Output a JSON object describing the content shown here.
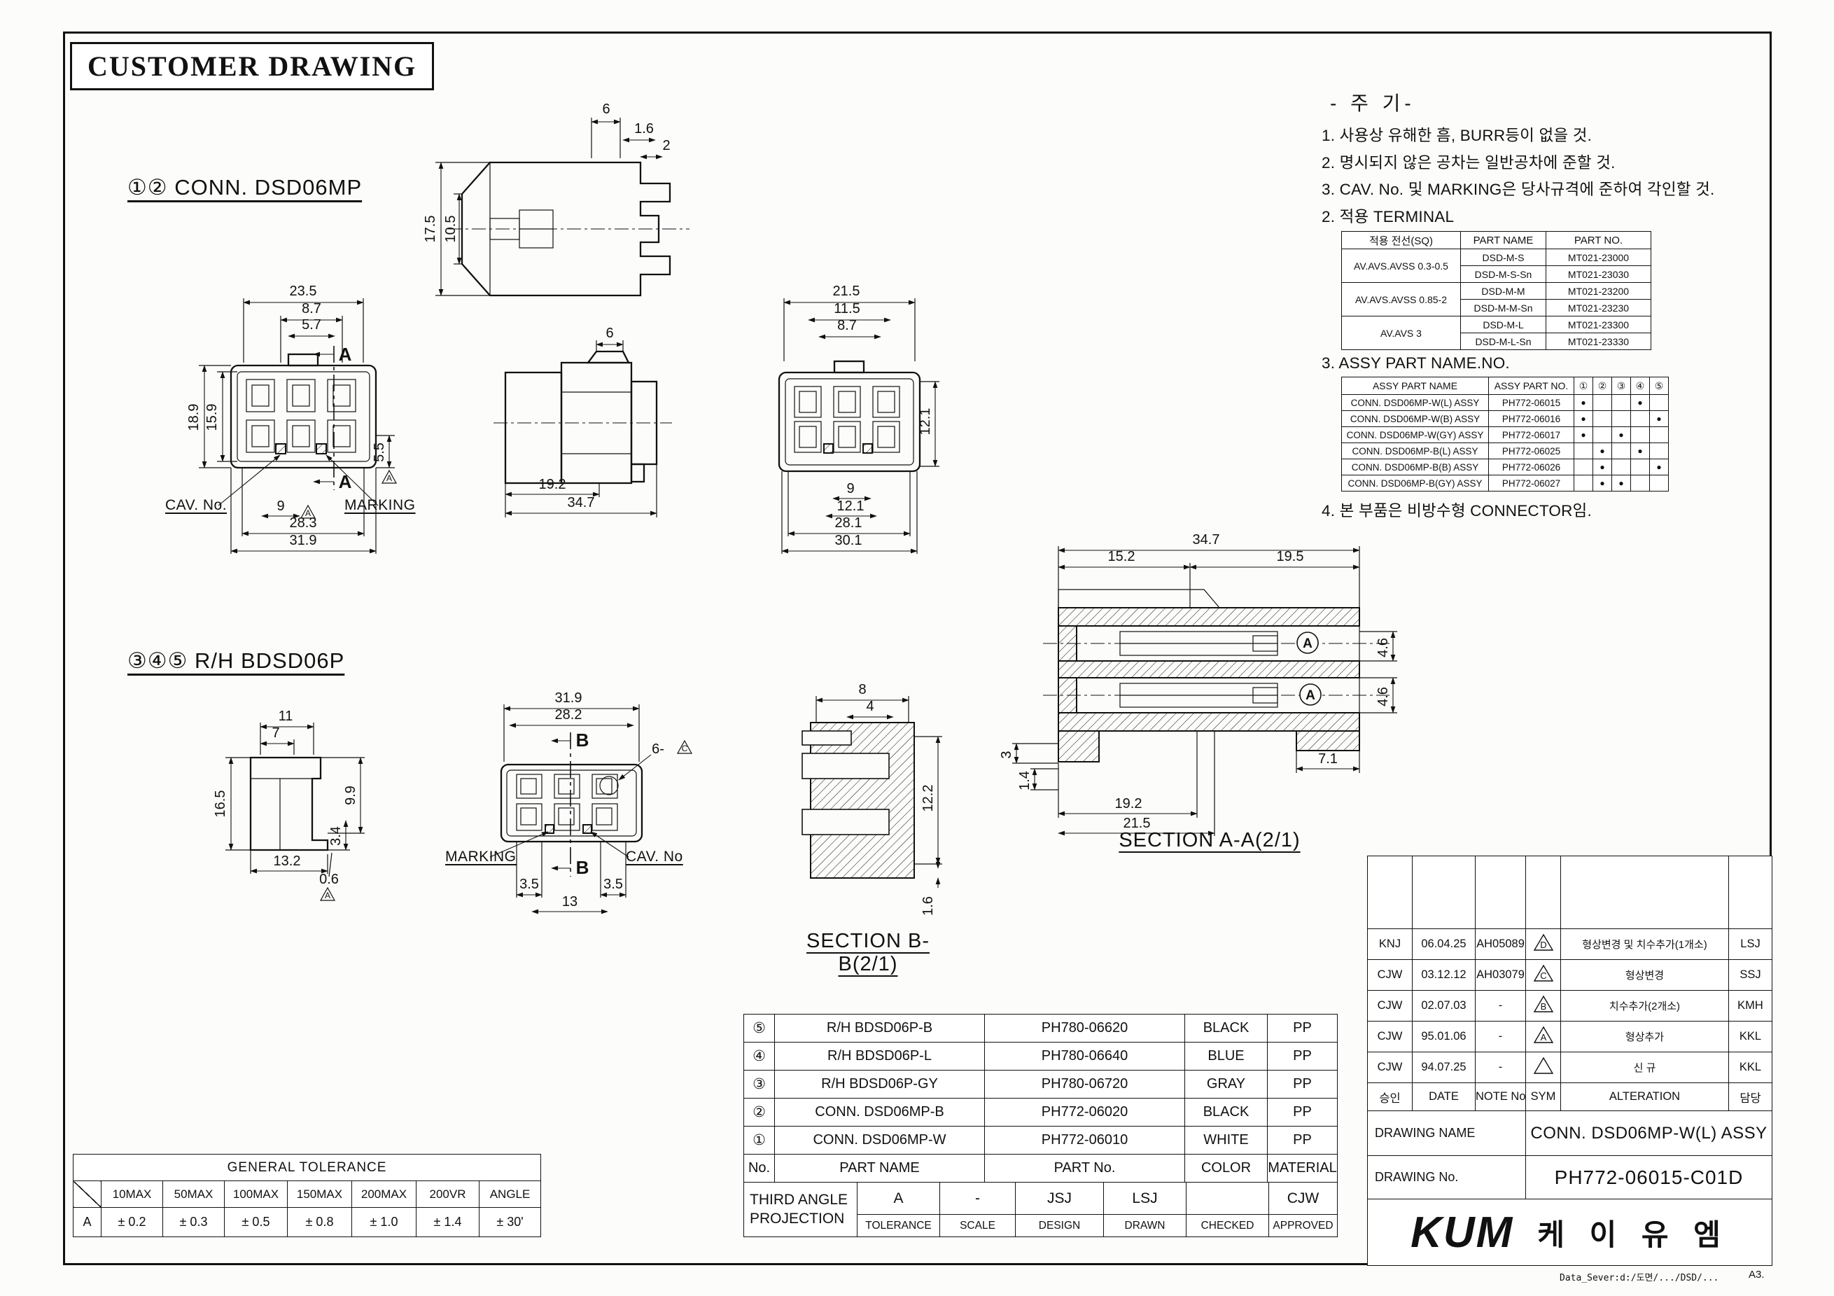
{
  "header": {
    "title": "CUSTOMER DRAWING"
  },
  "footer": {
    "path": "Data_Sever:d:/도면/.../DSD/...",
    "sheet": "A3."
  },
  "view_labels": {
    "conn": "①② CONN. DSD06MP",
    "rh": "③④⑤ R/H BDSD06P"
  },
  "annotations": {
    "cav_no1": "CAV. No.",
    "marking1": "MARKING",
    "marking2": "MARKING",
    "cav_no2": "CAV. No",
    "section_aa": "SECTION A-A(2/1)",
    "section_bb": "SECTION B-B(2/1)",
    "sec_a": "A",
    "sec_b": "B",
    "circle_a": "A",
    "tri_a": "A",
    "tri_c": "C",
    "six_c": "6-"
  },
  "notes": {
    "header": "- 주 기-",
    "item1": "1. 사용상 유해한 흠, BURR등이 없을 것.",
    "item2": "2. 명시되지 않은 공차는 일반공차에 준할 것.",
    "item3": "3. CAV. No. 및 MARKING은 당사규격에 준하여 각인할 것.",
    "item4": "2. 적용 TERMINAL",
    "assy_header": "3. ASSY PART NAME.NO.",
    "note4": "4. 본 부품은 비방수형 CONNECTOR임."
  },
  "terminal_table": {
    "headers": [
      "적용 전선(SQ)",
      "PART NAME",
      "PART NO."
    ],
    "groups": [
      {
        "wire": "AV.AVS.AVSS 0.3-0.5",
        "rows": [
          [
            "DSD-M-S",
            "MT021-23000"
          ],
          [
            "DSD-M-S-Sn",
            "MT021-23030"
          ]
        ]
      },
      {
        "wire": "AV.AVS.AVSS 0.85-2",
        "rows": [
          [
            "DSD-M-M",
            "MT021-23200"
          ],
          [
            "DSD-M-M-Sn",
            "MT021-23230"
          ]
        ]
      },
      {
        "wire": "AV.AVS 3",
        "rows": [
          [
            "DSD-M-L",
            "MT021-23300"
          ],
          [
            "DSD-M-L-Sn",
            "MT021-23330"
          ]
        ]
      }
    ]
  },
  "assy_table": {
    "headers": [
      "ASSY PART NAME",
      "ASSY PART NO.",
      "①",
      "②",
      "③",
      "④",
      "⑤"
    ],
    "rows": [
      {
        "name": "CONN. DSD06MP-W(L) ASSY",
        "no": "PH772-06015",
        "marks": [
          "●",
          "",
          "",
          "●",
          ""
        ]
      },
      {
        "name": "CONN. DSD06MP-W(B) ASSY",
        "no": "PH772-06016",
        "marks": [
          "●",
          "",
          "",
          "",
          "●"
        ]
      },
      {
        "name": "CONN. DSD06MP-W(GY) ASSY",
        "no": "PH772-06017",
        "marks": [
          "●",
          "",
          "●",
          "",
          ""
        ]
      },
      {
        "name": "CONN. DSD06MP-B(L) ASSY",
        "no": "PH772-06025",
        "marks": [
          "",
          "●",
          "",
          "●",
          ""
        ]
      },
      {
        "name": "CONN. DSD06MP-B(B) ASSY",
        "no": "PH772-06026",
        "marks": [
          "",
          "●",
          "",
          "",
          "●"
        ]
      },
      {
        "name": "CONN. DSD06MP-B(GY) ASSY",
        "no": "PH772-06027",
        "marks": [
          "",
          "●",
          "●",
          "",
          ""
        ]
      }
    ]
  },
  "parts_table": {
    "headers": {
      "no": "No.",
      "name": "PART NAME",
      "part_no": "PART No.",
      "color": "COLOR",
      "material": "MATERIAL"
    },
    "rows": [
      {
        "no": "⑤",
        "name": "R/H BDSD06P-B",
        "part_no": "PH780-06620",
        "color": "BLACK",
        "material": "PP"
      },
      {
        "no": "④",
        "name": "R/H BDSD06P-L",
        "part_no": "PH780-06640",
        "color": "BLUE",
        "material": "PP"
      },
      {
        "no": "③",
        "name": "R/H BDSD06P-GY",
        "part_no": "PH780-06720",
        "color": "GRAY",
        "material": "PP"
      },
      {
        "no": "②",
        "name": "CONN. DSD06MP-B",
        "part_no": "PH772-06020",
        "color": "BLACK",
        "material": "PP"
      },
      {
        "no": "①",
        "name": "CONN. DSD06MP-W",
        "part_no": "PH772-06010",
        "color": "WHITE",
        "material": "PP"
      }
    ]
  },
  "tolerance_table": {
    "title": "GENERAL TOLERANCE",
    "row_label": "A",
    "headers": [
      "10MAX",
      "50MAX",
      "100MAX",
      "150MAX",
      "200MAX",
      "200VR",
      "ANGLE"
    ],
    "values": [
      "± 0.2",
      "± 0.3",
      "± 0.5",
      "± 0.8",
      "± 1.0",
      "± 1.4",
      "± 30'"
    ]
  },
  "projection": {
    "label_line1": "THIRD ANGLE",
    "label_line2": "PROJECTION",
    "cells": [
      {
        "value": "A",
        "label": "TOLERANCE"
      },
      {
        "value": "-",
        "label": "SCALE"
      },
      {
        "value": "JSJ",
        "label": "DESIGN"
      },
      {
        "value": "LSJ",
        "label": "DRAWN"
      },
      {
        "value": "",
        "label": "CHECKED"
      },
      {
        "value": "CJW",
        "label": "APPROVED"
      }
    ]
  },
  "revision_table": {
    "headers": {
      "appr": "승인",
      "date": "DATE",
      "note": "NOTE No.",
      "sym": "SYM",
      "alteration": "ALTERATION",
      "resp": "담당"
    },
    "rows": [
      {
        "appr": "KNJ",
        "date": "06.04.25",
        "note": "AH05089",
        "sym": "D",
        "alteration": "형상변경 및 치수추가(1개소)",
        "resp": "LSJ"
      },
      {
        "appr": "CJW",
        "date": "03.12.12",
        "note": "AH03079",
        "sym": "C",
        "alteration": "형상변경",
        "resp": "SSJ"
      },
      {
        "appr": "CJW",
        "date": "02.07.03",
        "note": "-",
        "sym": "B",
        "alteration": "치수추가(2개소)",
        "resp": "KMH"
      },
      {
        "appr": "CJW",
        "date": "95.01.06",
        "note": "-",
        "sym": "A",
        "alteration": "형상추가",
        "resp": "KKL"
      },
      {
        "appr": "CJW",
        "date": "94.07.25",
        "note": "-",
        "sym": "",
        "alteration": "신   규",
        "resp": "KKL"
      }
    ]
  },
  "title_block": {
    "drawing_name_label": "DRAWING NAME",
    "drawing_name": "CONN. DSD06MP-W(L) ASSY",
    "drawing_no_label": "DRAWING No.",
    "drawing_no": "PH772-06015-C01D",
    "logo": "KUM",
    "logo_kr": "케 이 유 엠"
  },
  "dims": {
    "top_view": {
      "d1": "6",
      "d2": "1.6",
      "d3": "2",
      "d4": "17.5",
      "d5": "10.5"
    },
    "front1": {
      "d1": "23.5",
      "d2": "8.7",
      "d3": "5.7",
      "d4": "18.9",
      "d5": "15.9",
      "d6": "5.5",
      "d7": "9",
      "d8": "28.3",
      "d9": "31.9"
    },
    "side1": {
      "d1": "6",
      "d2": "19.2",
      "d3": "34.7"
    },
    "front2": {
      "d1": "21.5",
      "d2": "11.5",
      "d3": "8.7",
      "d4": "12.1",
      "d5": "9",
      "d6": "12.1",
      "d7": "28.1",
      "d8": "30.1"
    },
    "small_side": {
      "d1": "11",
      "d2": "7",
      "d3": "16.5",
      "d4": "9.9",
      "d5": "3.4",
      "d6": "0.6",
      "d7": "13.2"
    },
    "front3": {
      "d1": "31.9",
      "d2": "28.2",
      "d3": "3.5",
      "d4": "13",
      "d5": "3.5"
    },
    "section_bb": {
      "d1": "8",
      "d2": "4",
      "d3": "12.2",
      "d4": "1.6"
    },
    "section_aa": {
      "d1": "34.7",
      "d2": "15.2",
      "d3": "19.5",
      "d4": "4.6",
      "d5": "4.6",
      "d6": "3",
      "d7": "1.4",
      "d8": "19.2",
      "d9": "21.5",
      "d10": "7.1"
    }
  }
}
